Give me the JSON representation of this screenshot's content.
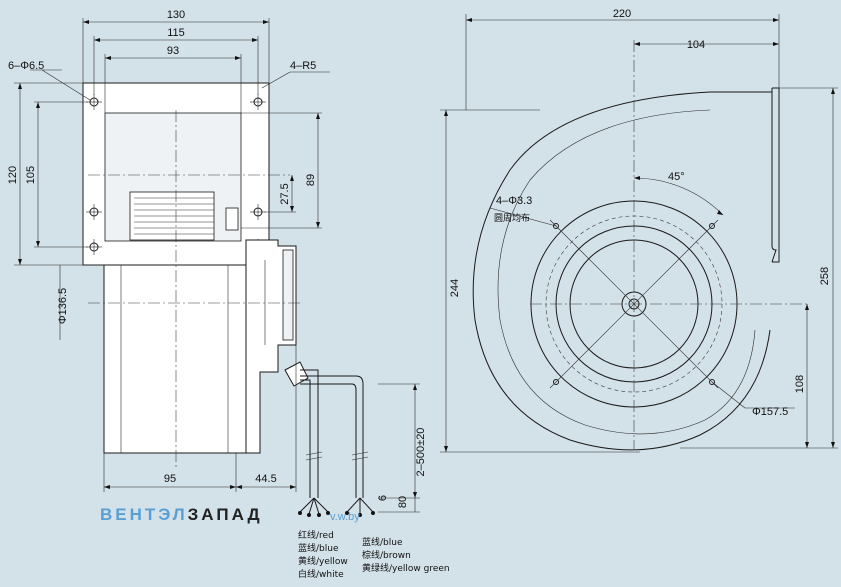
{
  "front_view": {
    "dims": {
      "w130": "130",
      "w115": "115",
      "w93": "93",
      "holes": "6–Φ6.5",
      "radius": "4–R5",
      "h120": "120",
      "h105": "105",
      "h89": "89",
      "h27_5": "27.5",
      "dia136_5": "Φ136.5",
      "w95": "95",
      "w44_5": "44.5",
      "cable_len": "2–500±20",
      "d6": "6",
      "d80": "80"
    },
    "wires_left": [
      "红线/red",
      "蓝线/blue",
      "黄线/yellow",
      "白线/white"
    ],
    "wires_right": [
      "蓝线/blue",
      "棕线/brown",
      "黄绿线/yellow  green"
    ]
  },
  "side_view": {
    "dims": {
      "w220": "220",
      "w104": "104",
      "h244": "244",
      "h258": "258",
      "h108": "108",
      "dia157_5": "Φ157.5",
      "angle45": "45°",
      "holes": "4–Φ3.3",
      "holes_note": "圆周均布"
    }
  },
  "watermark": {
    "left": "ВЕНТЭЛ",
    "right": "ЗАПАД",
    "domain": "v.w.by",
    "color_left": "#5a9fd4",
    "color_right": "#222222"
  }
}
